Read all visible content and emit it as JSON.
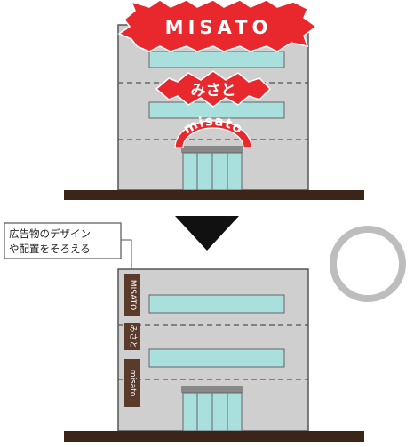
{
  "top_building": {
    "signs": {
      "roof_sign": "MISATO",
      "middle_sign": "みさと",
      "arch_sign": "misato"
    }
  },
  "bottom_building": {
    "vertical_signs": [
      "MISATO",
      "みさと",
      "misato"
    ]
  },
  "callout": {
    "lines": [
      "広告物のデザイン",
      "や配置をそろえる"
    ]
  },
  "symbols": {
    "arrow": "down-triangle-icon",
    "mark": "circle-ok-icon"
  },
  "colors": {
    "building_wall": "#cfcfcf",
    "window_glass": "#a9dfdc",
    "ground": "#3b2418",
    "sign_red": "#e8282d",
    "sign_brown": "#5a3a2b",
    "circle_grey": "#bdbdbd"
  }
}
